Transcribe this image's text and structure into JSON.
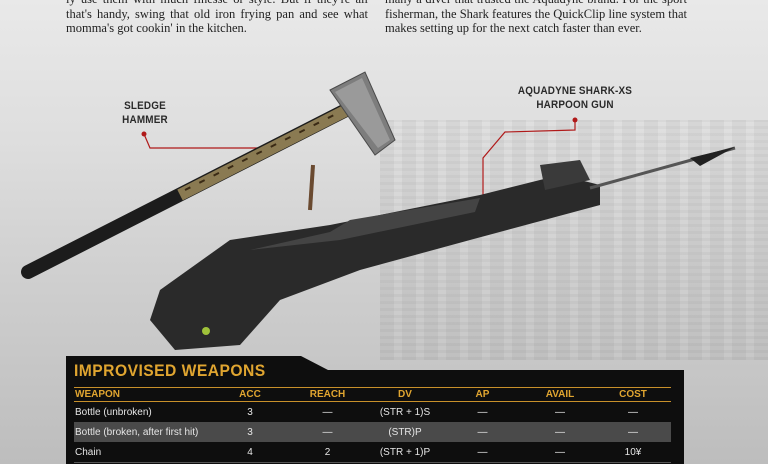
{
  "text": {
    "col1": "ly use them with much finesse or style. But if they're all that's handy, swing that old iron frying pan and see what momma's got cookin' in the kitchen.",
    "col2": "many a diver that trusted the Aquadyne brand. For the sport fisherman, the Shark features the QuickClip line system that makes setting up for the next catch faster than ever."
  },
  "labels": {
    "hammer": [
      "SLEDGE",
      "HAMMER"
    ],
    "gun": [
      "AQUADYNE SHARK-XS",
      "HARPOON GUN"
    ]
  },
  "colors": {
    "accent": "#e0a530",
    "leader": "#b01a1a",
    "table_bg": "#0e0e0e"
  },
  "table": {
    "title": "IMPROVISED WEAPONS",
    "headers": [
      "WEAPON",
      "ACC",
      "REACH",
      "DV",
      "AP",
      "AVAIL",
      "COST"
    ],
    "rows": [
      [
        "Bottle (unbroken)",
        "3",
        "—",
        "(STR + 1)S",
        "—",
        "—",
        "—"
      ],
      [
        "Bottle (broken, after first hit)",
        "3",
        "—",
        "(STR)P",
        "—",
        "—",
        "—"
      ],
      [
        "Chain",
        "4",
        "2",
        "(STR + 1)P",
        "—",
        "—",
        "10¥"
      ]
    ]
  }
}
